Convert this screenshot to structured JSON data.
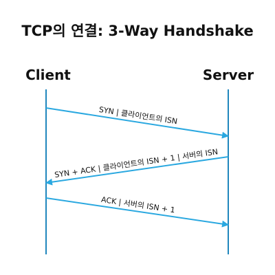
{
  "title": "TCP의 연결: 3-Way Handshake",
  "client_label": "Client",
  "server_label": "Server",
  "colors": {
    "arrow": "#2aa8e0",
    "lifeline": "#1f86bd",
    "text": "#111111"
  },
  "messages": [
    {
      "label": "SYN | 클라이언트의 ISN",
      "from": "client",
      "to": "server"
    },
    {
      "label": "SYN + ACK | 클라이언트의 ISN + 1 | 서버의 ISN",
      "from": "server",
      "to": "client"
    },
    {
      "label": "ACK | 서버의 ISN + 1",
      "from": "client",
      "to": "server"
    }
  ]
}
